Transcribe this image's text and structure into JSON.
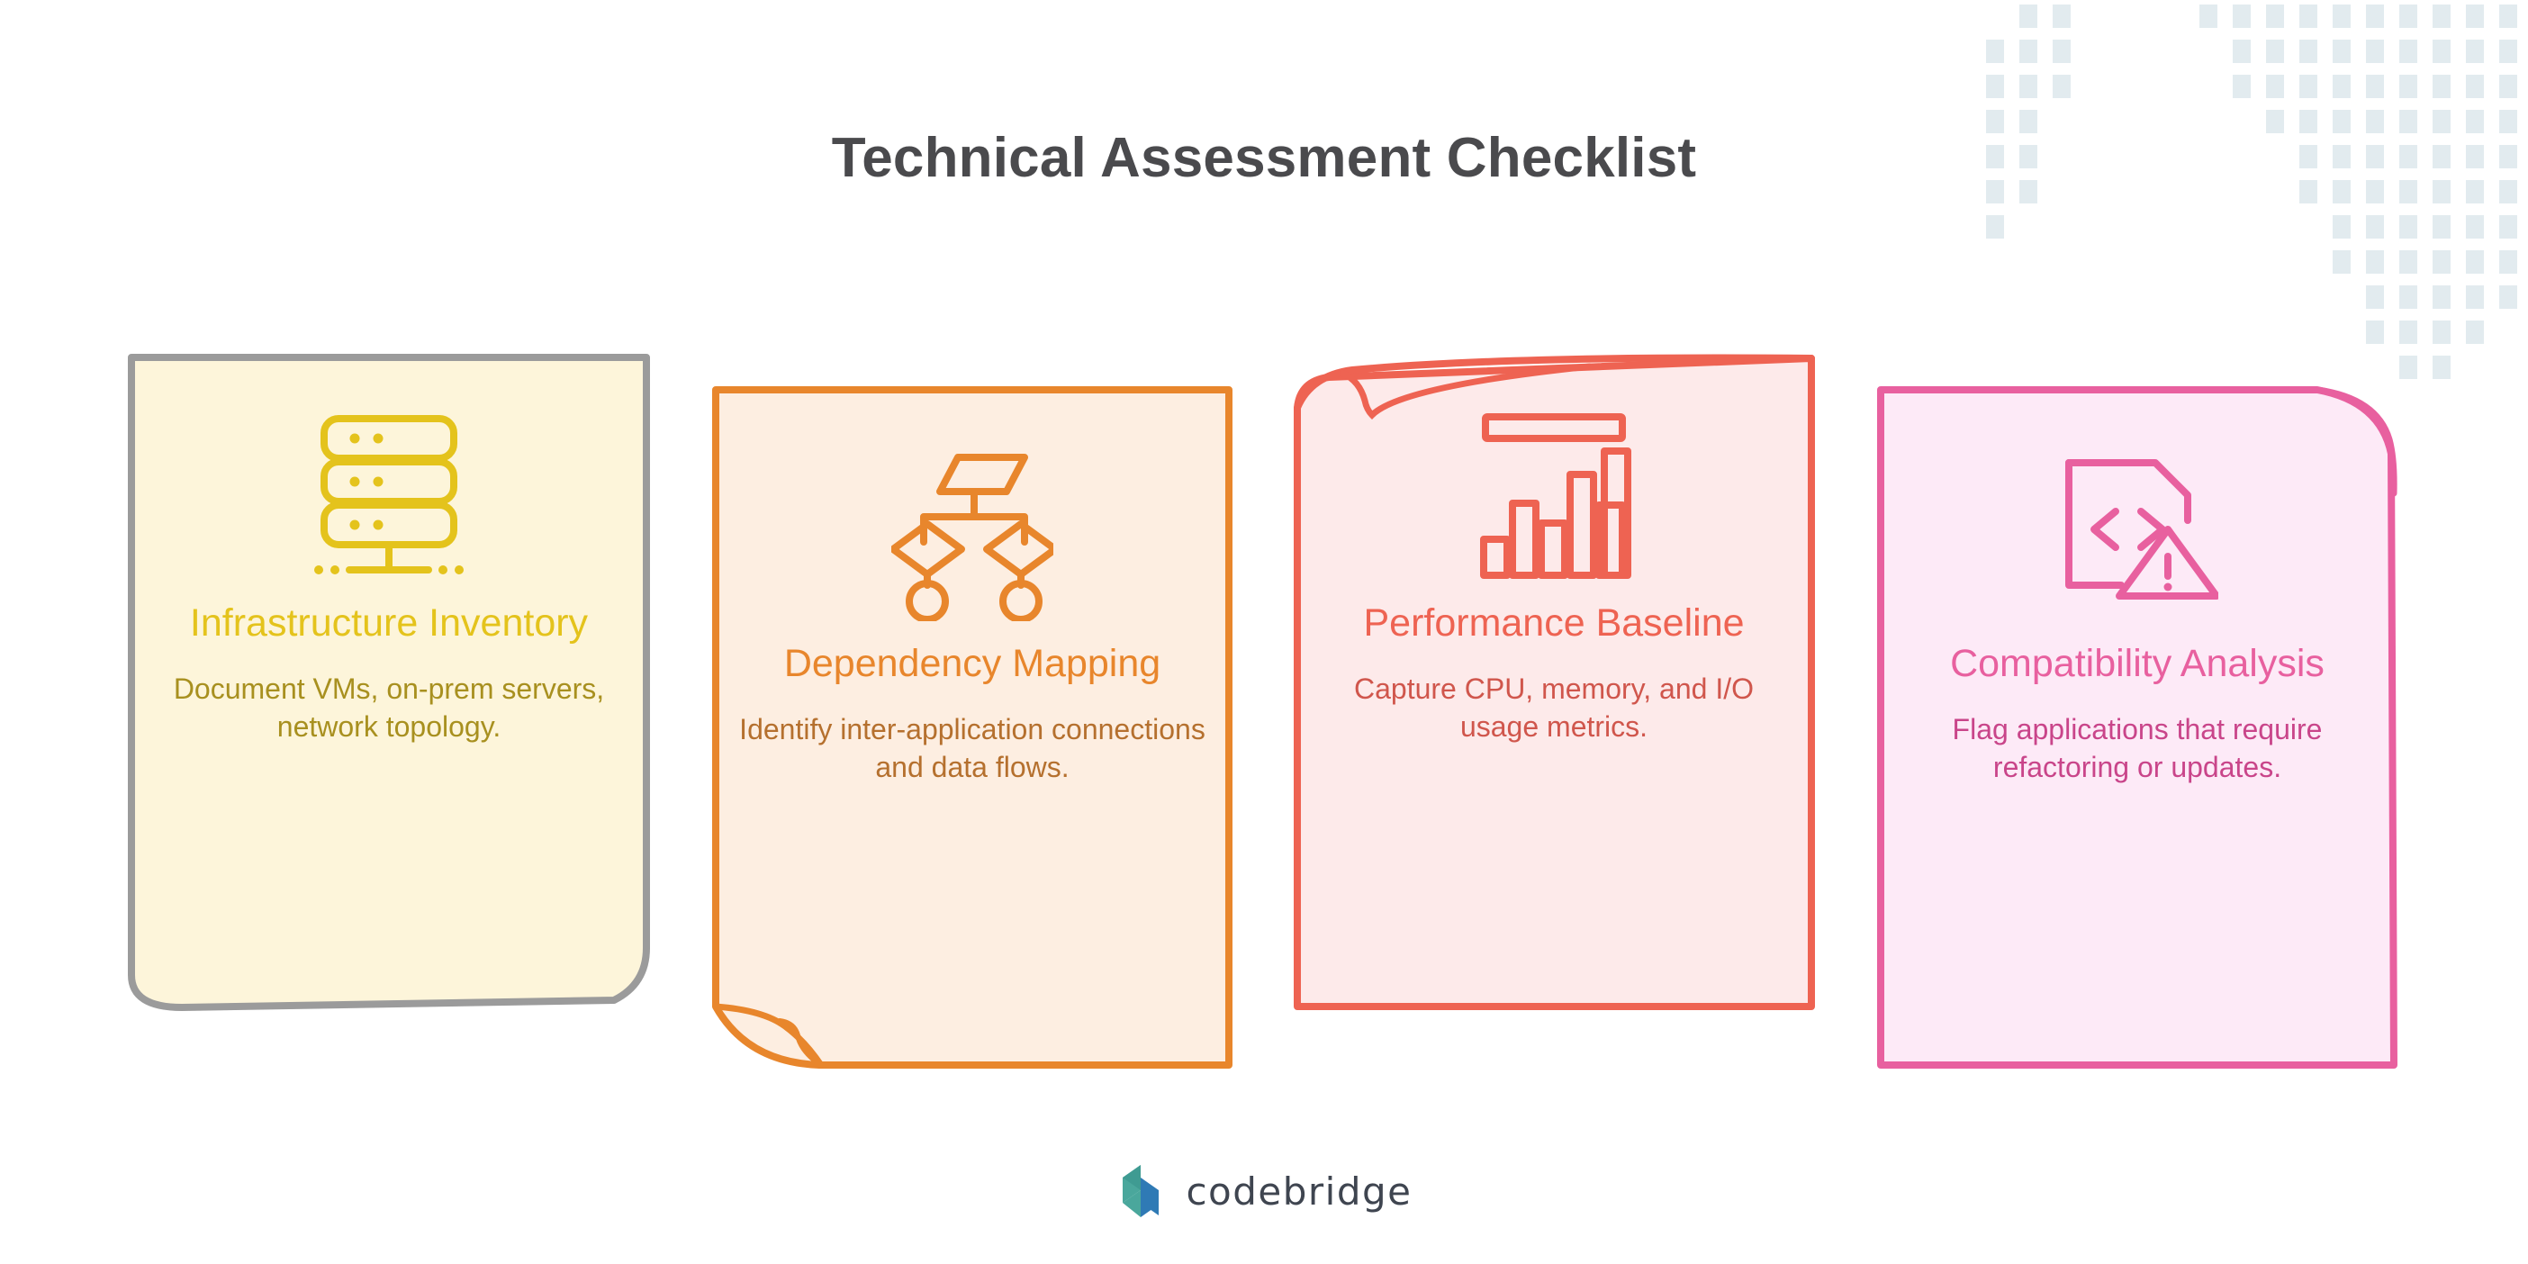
{
  "page": {
    "title": "Technical Assessment Checklist",
    "background": "#ffffff",
    "title_color": "#4a4a4d"
  },
  "decor": {
    "map_pattern_name": "dotted-world-map",
    "dot_color": "#e2ebef"
  },
  "cards": [
    {
      "id": "infrastructure-inventory",
      "icon": "server-stack-icon",
      "heading": "Infrastructure Inventory",
      "body": "Document VMs, on-prem servers, network topology.",
      "border_color": "#9b9b9b",
      "fill_color": "#fdf5da",
      "heading_color": "#e4c31c",
      "body_color": "#a8901f",
      "icon_color": "#e4c31c",
      "corner_fold": "bottom-right"
    },
    {
      "id": "dependency-mapping",
      "icon": "flowchart-icon",
      "heading": "Dependency Mapping",
      "body": "Identify inter-application connections and data flows.",
      "border_color": "#e8862c",
      "fill_color": "#fdeee1",
      "heading_color": "#e8862c",
      "body_color": "#b5702e",
      "icon_color": "#e8862c",
      "corner_fold": "bottom-left"
    },
    {
      "id": "performance-baseline",
      "icon": "bar-chart-icon",
      "heading": "Performance Baseline",
      "body": "Capture CPU, memory, and I/O usage metrics.",
      "border_color": "#ee6352",
      "fill_color": "#fdeaea",
      "heading_color": "#ee6352",
      "body_color": "#d0564c",
      "icon_color": "#ee6352",
      "corner_fold": "top-left"
    },
    {
      "id": "compatibility-analysis",
      "icon": "code-file-warning-icon",
      "heading": "Compatibility Analysis",
      "body": "Flag applications that require refactoring or updates.",
      "border_color": "#e8609f",
      "fill_color": "#fdeaf7",
      "heading_color": "#e8609f",
      "body_color": "#c9458a",
      "icon_color": "#e8609f",
      "corner_fold": "top-right"
    }
  ],
  "footer": {
    "logo_mark_name": "codebridge-logo-mark",
    "wordmark": "codebridge",
    "mark_color_top": "#4aa79c",
    "mark_color_bottom": "#2f7ab5",
    "wordmark_color": "#3f4550"
  }
}
